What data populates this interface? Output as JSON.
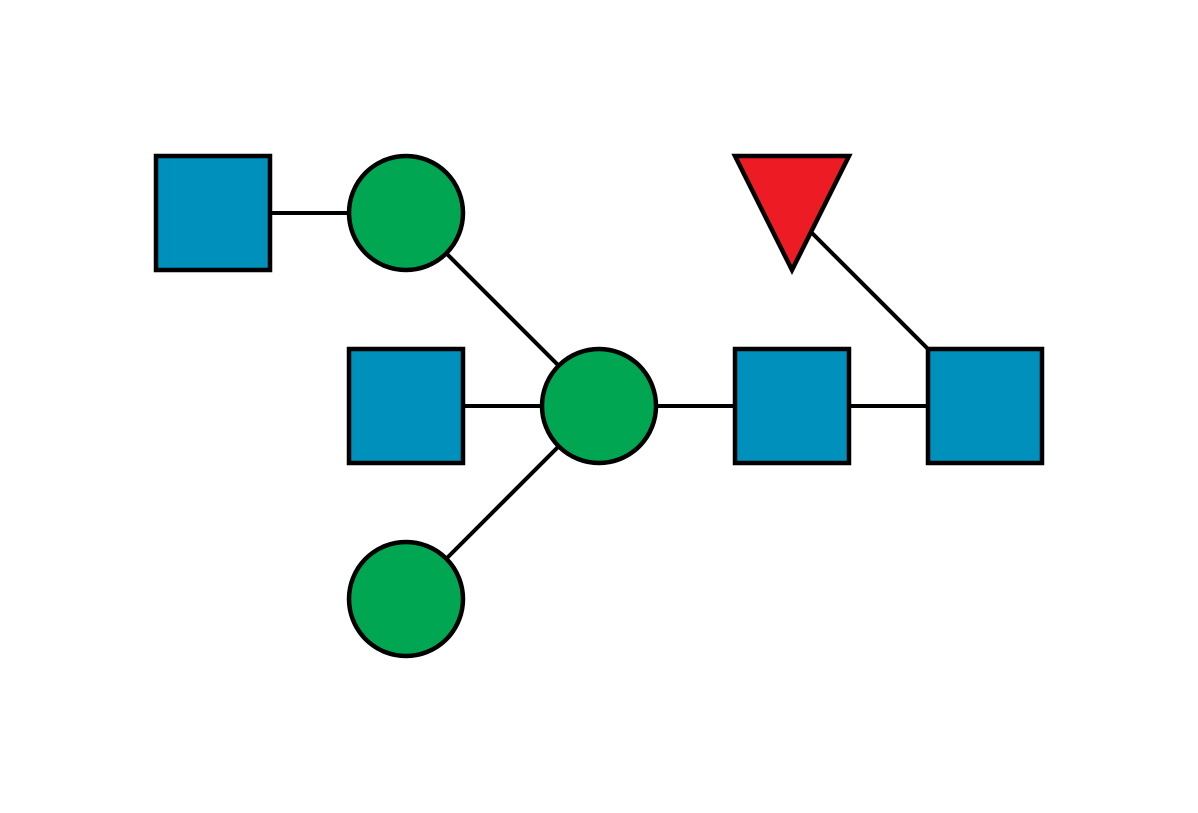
{
  "colors": {
    "square": "#0090bc",
    "circle": "#00a651",
    "triangle": "#ed1c24",
    "outline": "#000000",
    "background": "#ffffff"
  },
  "residues": [
    {
      "id": "sq-top-left",
      "shape": "square"
    },
    {
      "id": "circ-top",
      "shape": "circle"
    },
    {
      "id": "sq-middle-left",
      "shape": "square"
    },
    {
      "id": "circ-center",
      "shape": "circle"
    },
    {
      "id": "circ-bottom",
      "shape": "circle"
    },
    {
      "id": "sq-middle-right",
      "shape": "square"
    },
    {
      "id": "sq-far-right",
      "shape": "square"
    },
    {
      "id": "tri-top-right",
      "shape": "triangle"
    }
  ],
  "links": [
    {
      "from": "sq-top-left",
      "to": "circ-top"
    },
    {
      "from": "circ-top",
      "to": "circ-center"
    },
    {
      "from": "sq-middle-left",
      "to": "circ-center"
    },
    {
      "from": "circ-bottom",
      "to": "circ-center"
    },
    {
      "from": "circ-center",
      "to": "sq-middle-right"
    },
    {
      "from": "sq-middle-right",
      "to": "sq-far-right"
    },
    {
      "from": "tri-top-right",
      "to": "sq-far-right"
    }
  ]
}
